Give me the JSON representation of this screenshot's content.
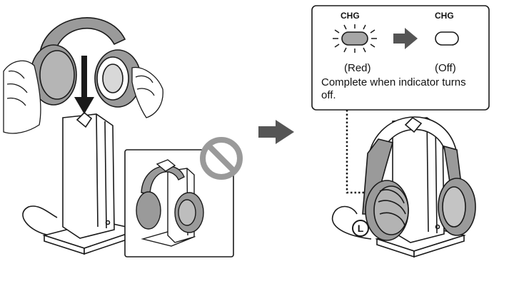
{
  "indicator_panel": {
    "before_label": "CHG",
    "after_label": "CHG",
    "before_state": "(Red)",
    "after_state": "(Off)",
    "note": "Complete when indicator turns off."
  },
  "icons": {
    "side_marker": "L",
    "prohibited": "prohibition-icon",
    "arrow": "right-arrow-icon"
  },
  "colors": {
    "line": "#1a1a1a",
    "headphone_fill": "#9a9a9a",
    "indicator_red_fill": "#a6a6a6",
    "background": "#ffffff"
  }
}
